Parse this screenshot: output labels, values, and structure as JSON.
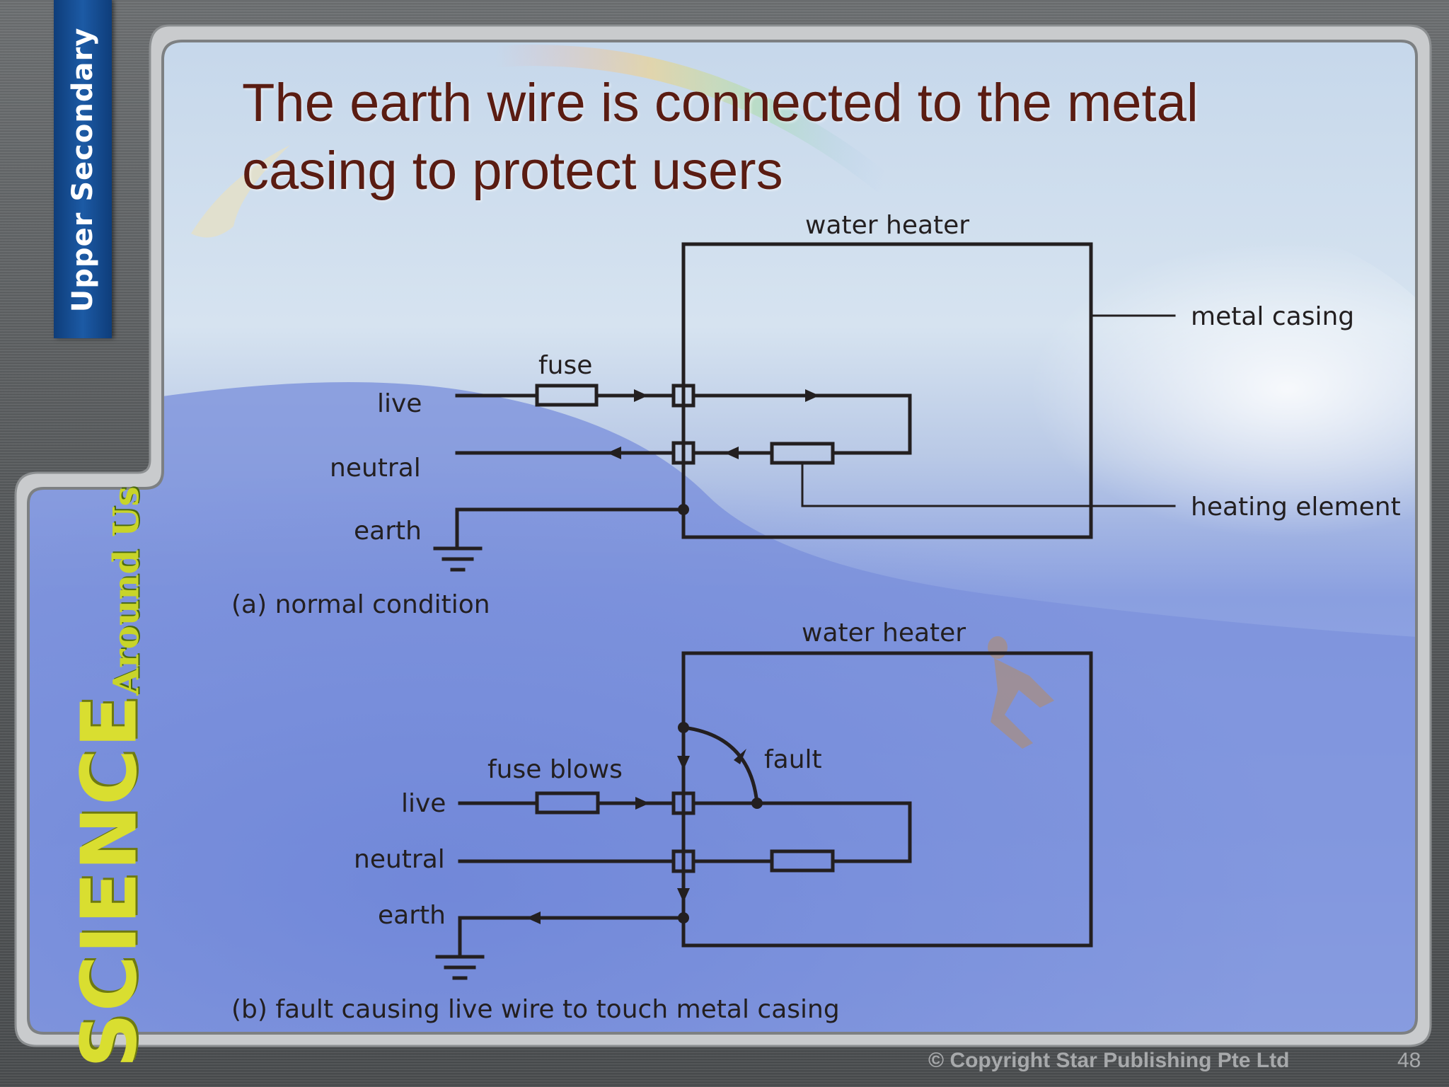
{
  "slide": {
    "title": "The earth wire is connected to the metal casing to protect users",
    "side_tab": "Upper Secondary",
    "brand_word1": "SCIENCE",
    "brand_word2": "Around Us",
    "copyright": "© Copyright Star Publishing Pte Ltd",
    "page_number": "48"
  },
  "diagram_a": {
    "heater_label": "water heater",
    "fuse_label": "fuse",
    "live": "live",
    "neutral": "neutral",
    "earth": "earth",
    "metal_casing": "metal casing",
    "heating_element": "heating element",
    "caption": "(a) normal condition"
  },
  "diagram_b": {
    "heater_label": "water heater",
    "fuse_label": "fuse blows",
    "fault_label": "fault",
    "live": "live",
    "neutral": "neutral",
    "earth": "earth",
    "caption": "(b) fault causing live wire to touch metal casing"
  },
  "colors": {
    "title": "#5a1c12",
    "wire": "#231f20",
    "tab_blue": "#1c5aa5",
    "brand_yellow": "#d9de30"
  }
}
